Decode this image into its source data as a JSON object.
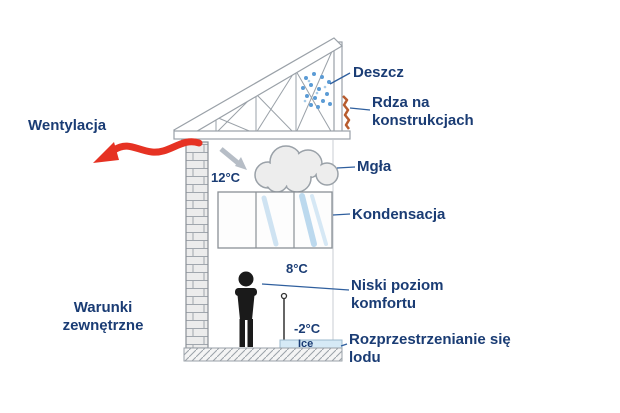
{
  "diagram": {
    "labels": {
      "ventilation": "Wentylacja",
      "rain": "Deszcz",
      "rust": "Rdza na konstrukcjach",
      "fog": "Mgła",
      "condensation": "Kondensacja",
      "low_comfort": "Niski poziom komfortu",
      "ice_spread": "Rozprzestrzenianie się lodu",
      "external_conditions": "Warunki zewnętrzne",
      "ice": "Ice"
    },
    "temperatures": {
      "wall_top": "12°C",
      "room": "8°C",
      "floor": "-2°C"
    },
    "colors": {
      "label_navy": "#1a3c74",
      "arrow_red": "#e63223",
      "rain_blue": "#5b9bd5",
      "condensation_blue": "#bcd9ee",
      "ice_blue": "#d6eaf6",
      "rust_orange": "#b85c2e",
      "structure_gray": "#9aa1a8",
      "pointer_blue": "#2f5f9e"
    }
  }
}
